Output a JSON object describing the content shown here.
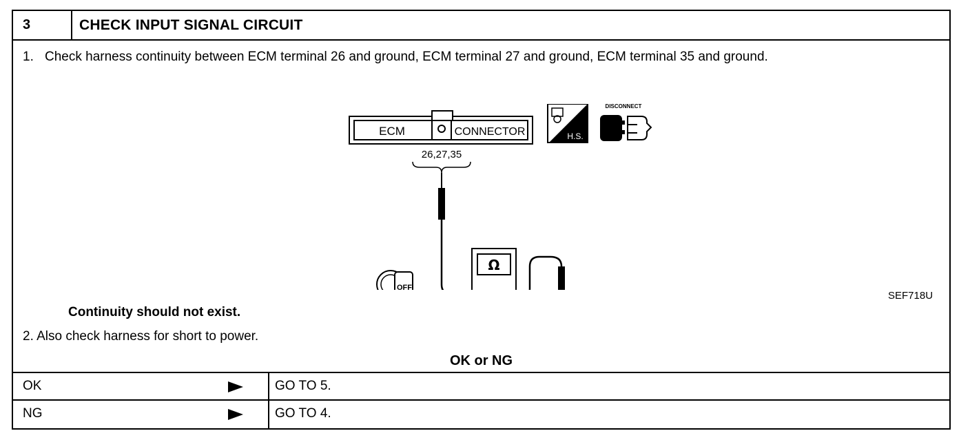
{
  "header": {
    "step_number": "3",
    "title": "CHECK INPUT SIGNAL CIRCUIT"
  },
  "steps": [
    {
      "number": "1.",
      "text": "Check harness continuity between ECM terminal 26 and ground, ECM terminal 27 and ground, ECM terminal 35 and ground."
    },
    {
      "number": "2.",
      "text": "Also check harness for short to power."
    }
  ],
  "figure": {
    "connector_left": "ECM",
    "connector_right": "CONNECTOR",
    "terminals": "26,27,35",
    "hs_label": "H.S.",
    "disconnect_label": "DISCONNECT",
    "ohm_symbol": "Ω",
    "key_label": "OFF",
    "figure_id": "SEF718U"
  },
  "note": "Continuity should not exist.",
  "result_header": "OK or NG",
  "results": [
    {
      "label": "OK",
      "action": "GO TO 5."
    },
    {
      "label": "NG",
      "action": "GO TO 4."
    }
  ]
}
